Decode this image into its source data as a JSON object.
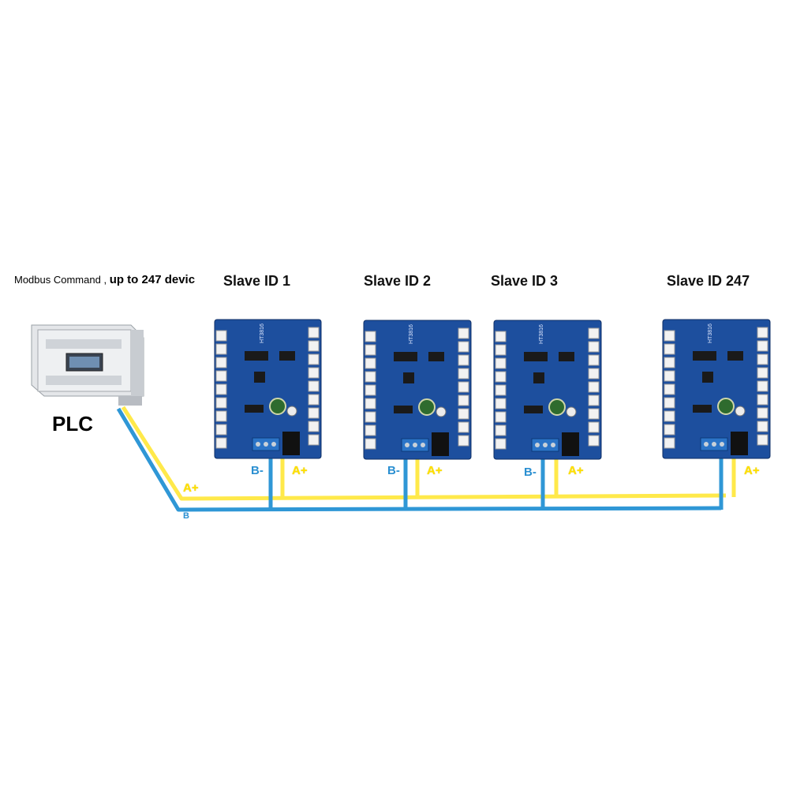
{
  "caption": {
    "normal": "Modbus Command ,",
    "bold": "up to 247 devic"
  },
  "master": {
    "label": "PLC"
  },
  "slaves": [
    {
      "title": "Slave ID 1",
      "board_text": "HT3816"
    },
    {
      "title": "Slave ID 2",
      "board_text": "HT3816"
    },
    {
      "title": "Slave ID 3",
      "board_text": "HT3816"
    },
    {
      "title": "Slave ID 247",
      "board_text": "HT3816"
    }
  ],
  "wires": {
    "a_label": "A+",
    "b_label": "B-",
    "bus_a_label": "A+",
    "bus_b_label": "B"
  },
  "colors": {
    "wire_a": "#ffe94a",
    "wire_b": "#2f97d6",
    "board": "#1d4f9e"
  }
}
